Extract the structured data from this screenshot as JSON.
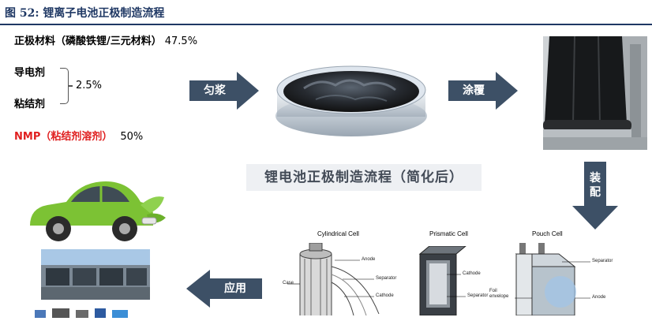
{
  "figure_title": "图 52:  锂离子电池正极制造流程",
  "center_title": "锂电池正极制造流程（简化后）",
  "materials": {
    "cathode": {
      "label": "正极材料（磷酸铁锂/三元材料）",
      "pct": "47.5%"
    },
    "conductive": {
      "label": "导电剂"
    },
    "binder": {
      "label": "粘结剂"
    },
    "additive_pct": "2.5%",
    "nmp": {
      "label": "NMP（粘结剂溶剂）",
      "pct": "50%"
    }
  },
  "steps": {
    "mix": "匀浆",
    "coat": "涂覆",
    "assemble_line1": "装",
    "assemble_line2": "配",
    "apply": "应用"
  },
  "cells": {
    "cylindrical": {
      "title": "Cylindrical Cell",
      "parts": [
        "Anode",
        "Separator",
        "Cathode",
        "Case"
      ]
    },
    "prismatic": {
      "title": "Prismatic Cell",
      "parts": [
        "Cathode",
        "Separator"
      ]
    },
    "pouch": {
      "title": "Pouch Cell",
      "parts": [
        "Separator",
        "Foil envelope",
        "Anode"
      ]
    }
  },
  "colors": {
    "arrow": "#3d5066",
    "title": "#1f3864",
    "highlight": "#e02020"
  }
}
